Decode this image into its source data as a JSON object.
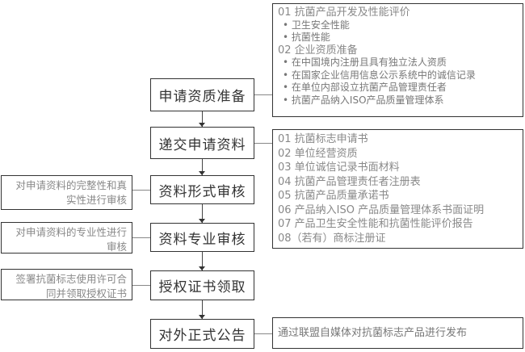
{
  "steps": [
    "申请资质准备",
    "递交申请资料",
    "资料形式审核",
    "资料专业审核",
    "授权证书领取",
    "对外正式公告"
  ],
  "side_notes": [
    "对申请资料的完整性和真实性进行审核",
    "对申请资料的专业性进行审核",
    "签署抗菌标志使用许可合同并领取授权证书"
  ],
  "qualification": {
    "sections": [
      {
        "title": "01 抗菌产品开发及性能评价",
        "items": [
          "卫生安全性能",
          "抗菌性能"
        ]
      },
      {
        "title": "02 企业资质准备",
        "items": [
          "在中国境内注册且具有独立法人资质",
          "在国家企业信用信息公示系统中的诚信记录",
          "在单位内部设立抗菌产品管理责任者",
          "抗菌产品纳入ISO产品质量管理体系"
        ]
      }
    ]
  },
  "documents": [
    "01 抗菌标志申请书",
    "02 单位经营资质",
    "03 单位诚信记录书面材料",
    "04 抗菌产品管理责任者注册表",
    "05 抗菌产品质量承诺书",
    "06 产品纳入ISO 产品质量管理体系书面证明",
    "07 产品卫生安全性能和抗菌性能评价报告",
    "08（若有）商标注册证"
  ],
  "announcement": "通过联盟自媒体对抗菌标志产品进行发布"
}
